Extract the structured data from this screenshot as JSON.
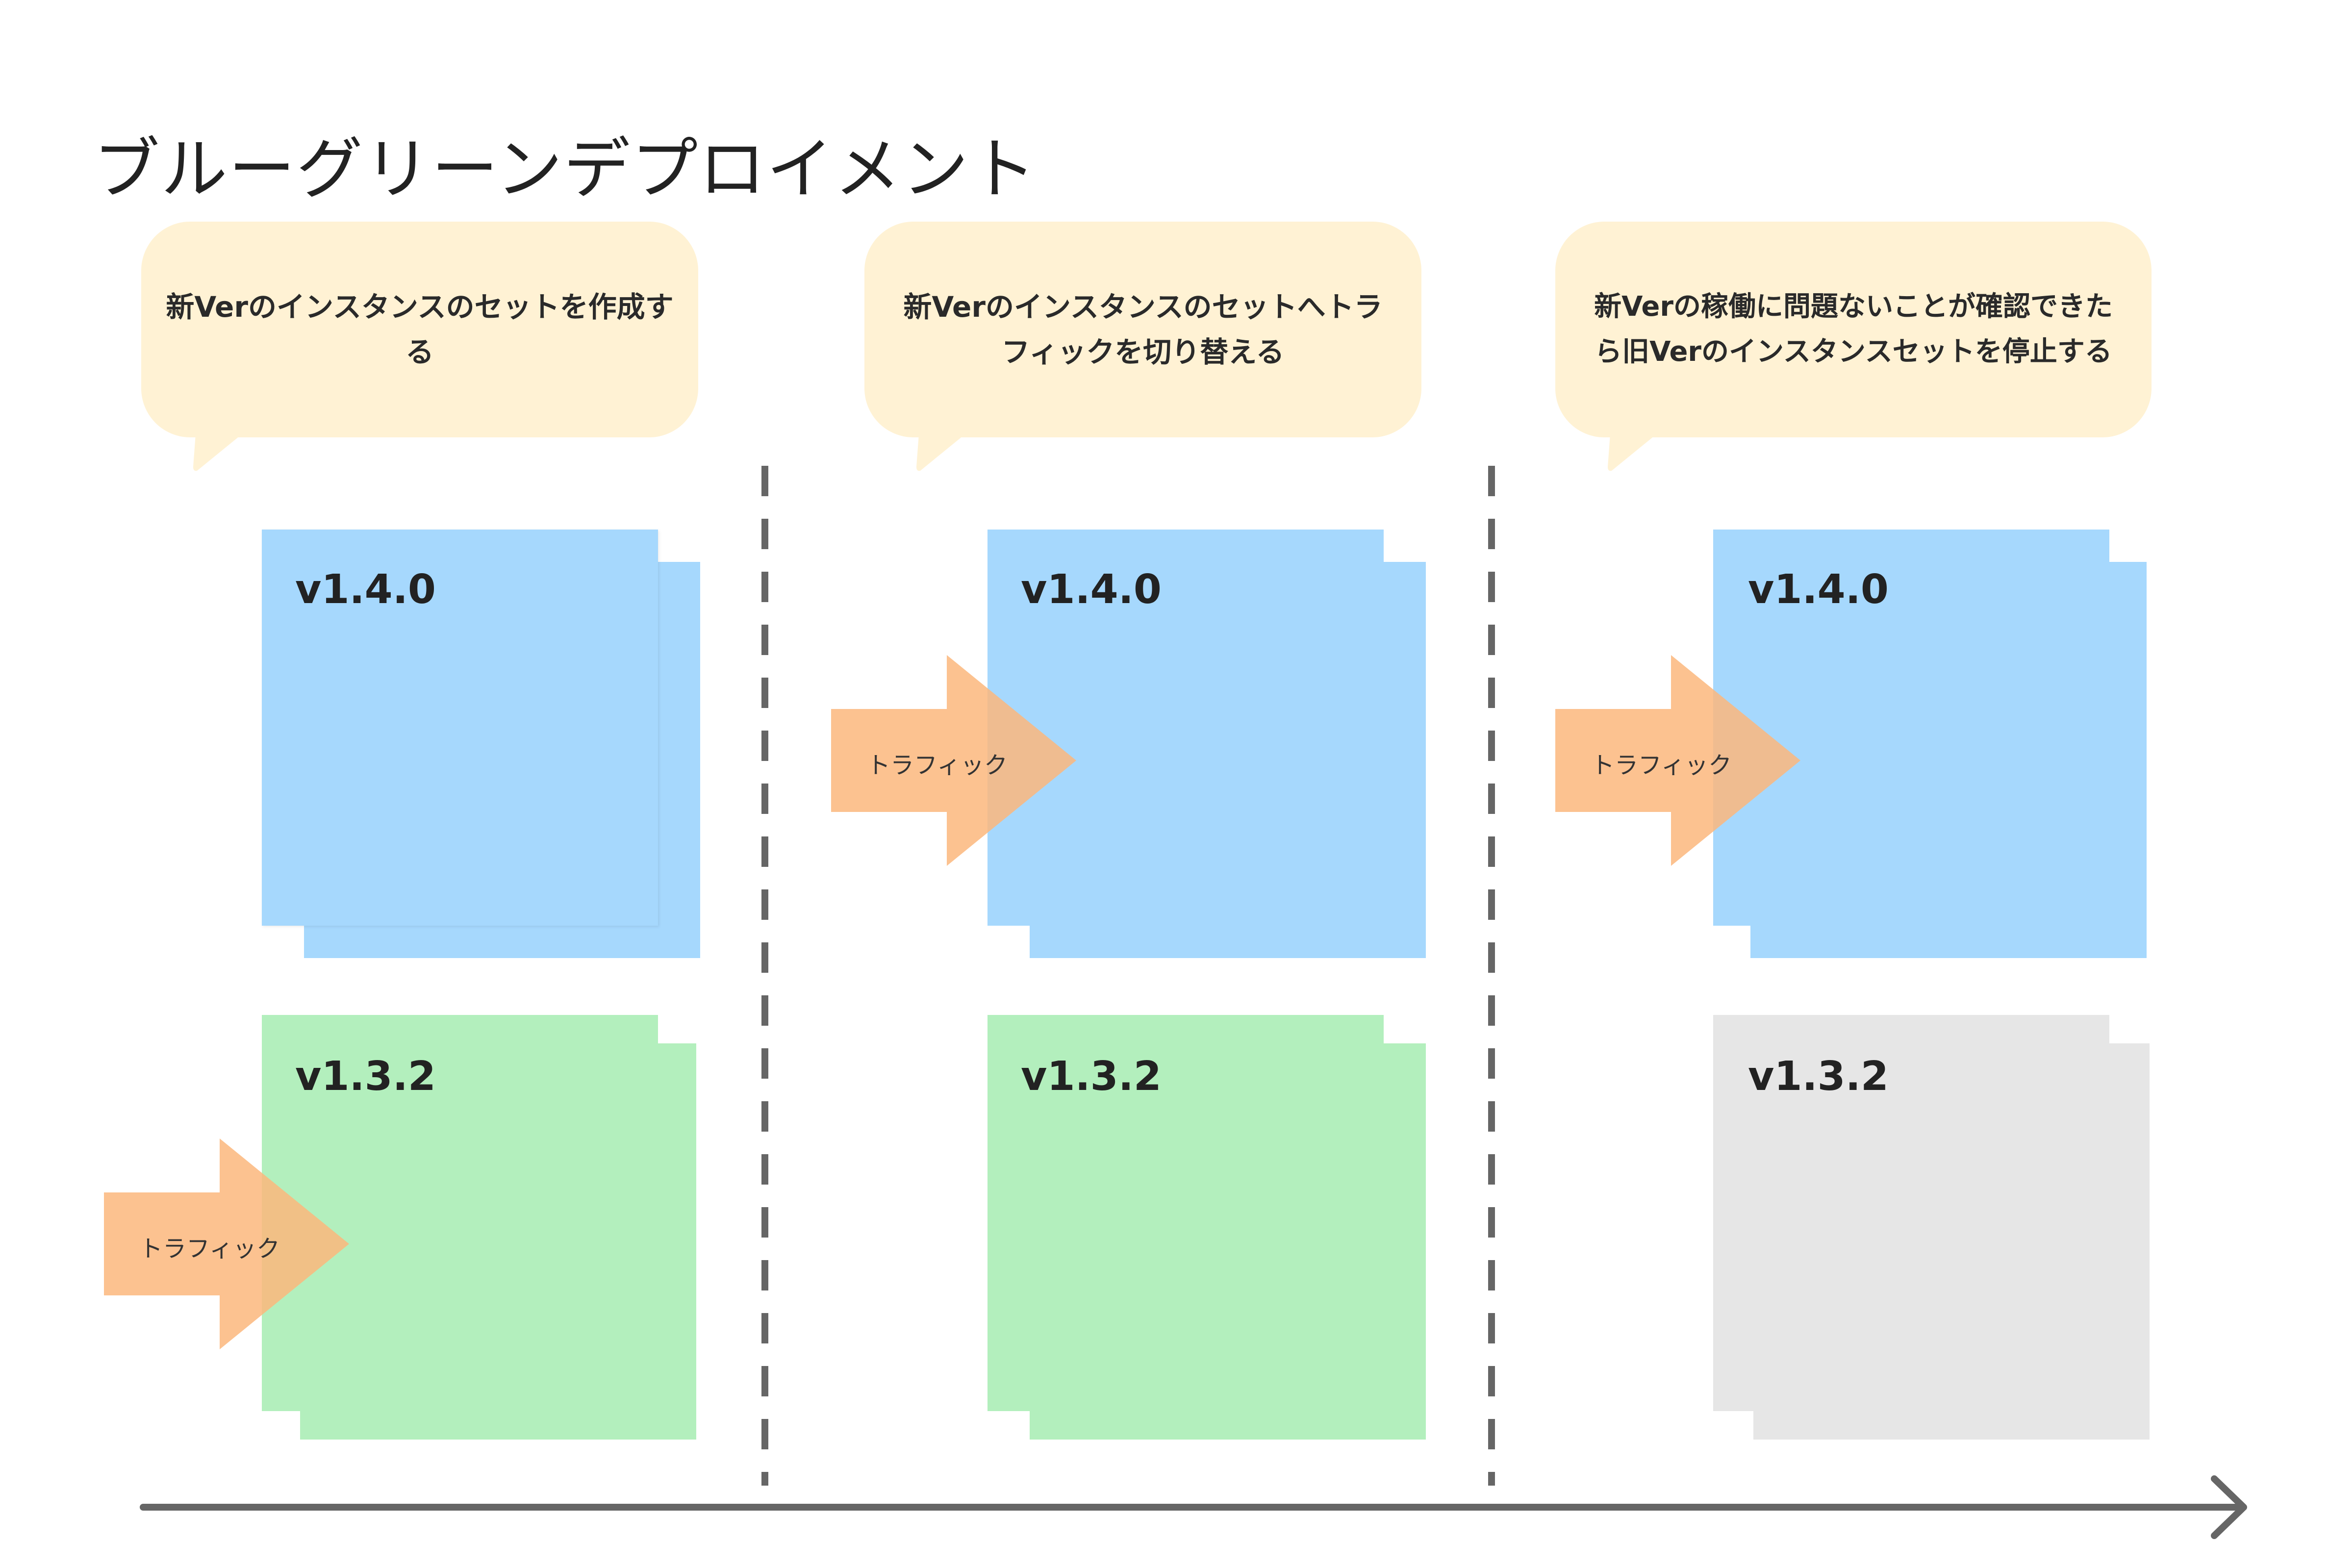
{
  "title": "ブルーグリーンデプロイメント",
  "colors": {
    "bubble": "#fff2d4",
    "blue": "#a6d8fd",
    "green": "#b3efbd",
    "gray": "#e6e6e6",
    "arrow": "#fcb77c",
    "divider": "#666666",
    "timeline": "#666666"
  },
  "steps": [
    {
      "bubble_lines": [
        "新Verのインスタンスのセットを作成す",
        "る"
      ],
      "blue_label": "v1.4.0",
      "lower_label": "v1.3.2",
      "lower_state": "green",
      "traffic_label": "トラフィック",
      "traffic_target": "lower"
    },
    {
      "bubble_lines": [
        "新Verのインスタンスのセットへトラ",
        "フィックを切り替える"
      ],
      "blue_label": "v1.4.0",
      "lower_label": "v1.3.2",
      "lower_state": "green",
      "traffic_label": "トラフィック",
      "traffic_target": "upper"
    },
    {
      "bubble_lines": [
        "新Verの稼働に問題ないことが確認できた",
        "ら旧Verのインスタンスセットを停止する"
      ],
      "blue_label": "v1.4.0",
      "lower_label": "v1.3.2",
      "lower_state": "gray",
      "traffic_label": "トラフィック",
      "traffic_target": "upper"
    }
  ]
}
